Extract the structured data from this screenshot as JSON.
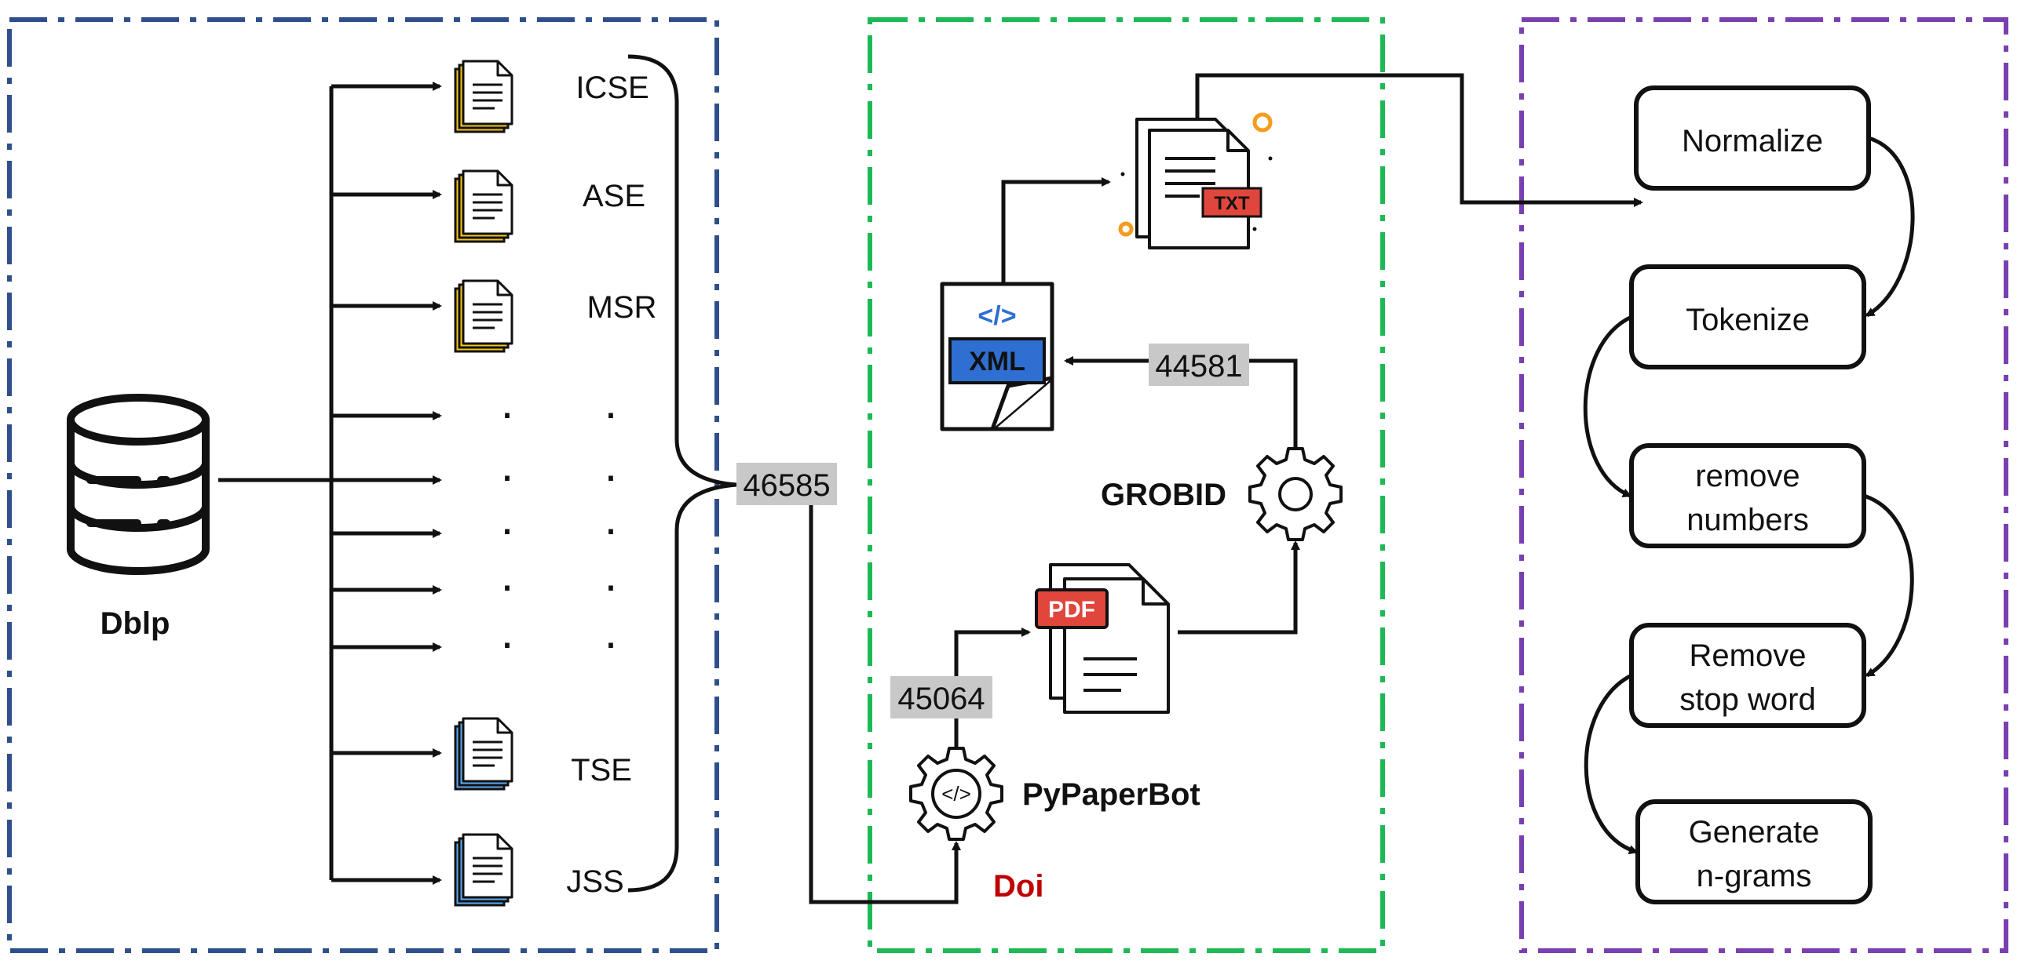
{
  "source": {
    "label": "Dblp"
  },
  "venues": [
    {
      "label": "ICSE",
      "stack_color": "#f5c518"
    },
    {
      "label": "ASE",
      "stack_color": "#f5c518"
    },
    {
      "label": "MSR",
      "stack_color": "#f5c518"
    },
    {
      "label": "TSE",
      "stack_color": "#5aa9f0"
    },
    {
      "label": "JSS",
      "stack_color": "#5aa9f0"
    }
  ],
  "ellipsis": "·",
  "counts": {
    "collected": "46585",
    "downloaded": "45064",
    "parsed": "44581"
  },
  "tools": {
    "downloader": "PyPaperBot",
    "downloader_input": "Doi",
    "parser": "GROBID"
  },
  "file_badges": {
    "pdf": "PDF",
    "xml": "XML",
    "txt": "TXT",
    "code": "</>"
  },
  "steps": [
    {
      "lines": [
        "Normalize"
      ]
    },
    {
      "lines": [
        "Tokenize"
      ]
    },
    {
      "lines": [
        "remove",
        "numbers"
      ]
    },
    {
      "lines": [
        "Remove",
        "stop word"
      ]
    },
    {
      "lines": [
        "Generate",
        "n-grams"
      ]
    }
  ],
  "colors": {
    "panel_blue": "#2e4f8c",
    "panel_green": "#1db954",
    "panel_purple": "#7a3fb0",
    "count_bg": "#c8c8c8",
    "doi_red": "#c00000",
    "pdf_red": "#e0463c",
    "xml_blue": "#2f6fd1",
    "accent_orange": "#f39c1f"
  }
}
